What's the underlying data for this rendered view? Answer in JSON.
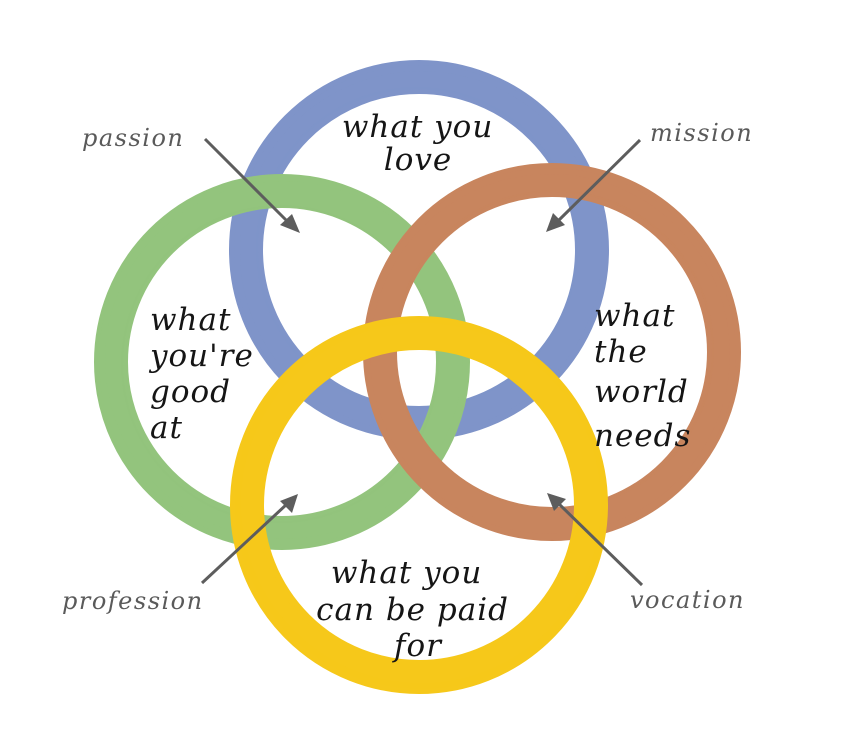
{
  "colors": {
    "love": "#7f94c9",
    "good": "#93c47d",
    "world": "#c8855e",
    "paid": "#f6c81a",
    "label": "#5a5a5a",
    "arrow": "#5d5d5d",
    "text": "#151515"
  },
  "circles": {
    "love": {
      "lines": [
        "what you",
        "love"
      ]
    },
    "good": {
      "lines": [
        "what",
        "you're",
        "good",
        "at"
      ]
    },
    "world": {
      "lines": [
        "what",
        "the",
        "world",
        "needs"
      ]
    },
    "paid": {
      "lines": [
        "what you",
        "can be paid",
        "for"
      ]
    }
  },
  "labels": {
    "passion": "passion",
    "mission": "mission",
    "profession": "profession",
    "vocation": "vocation"
  }
}
